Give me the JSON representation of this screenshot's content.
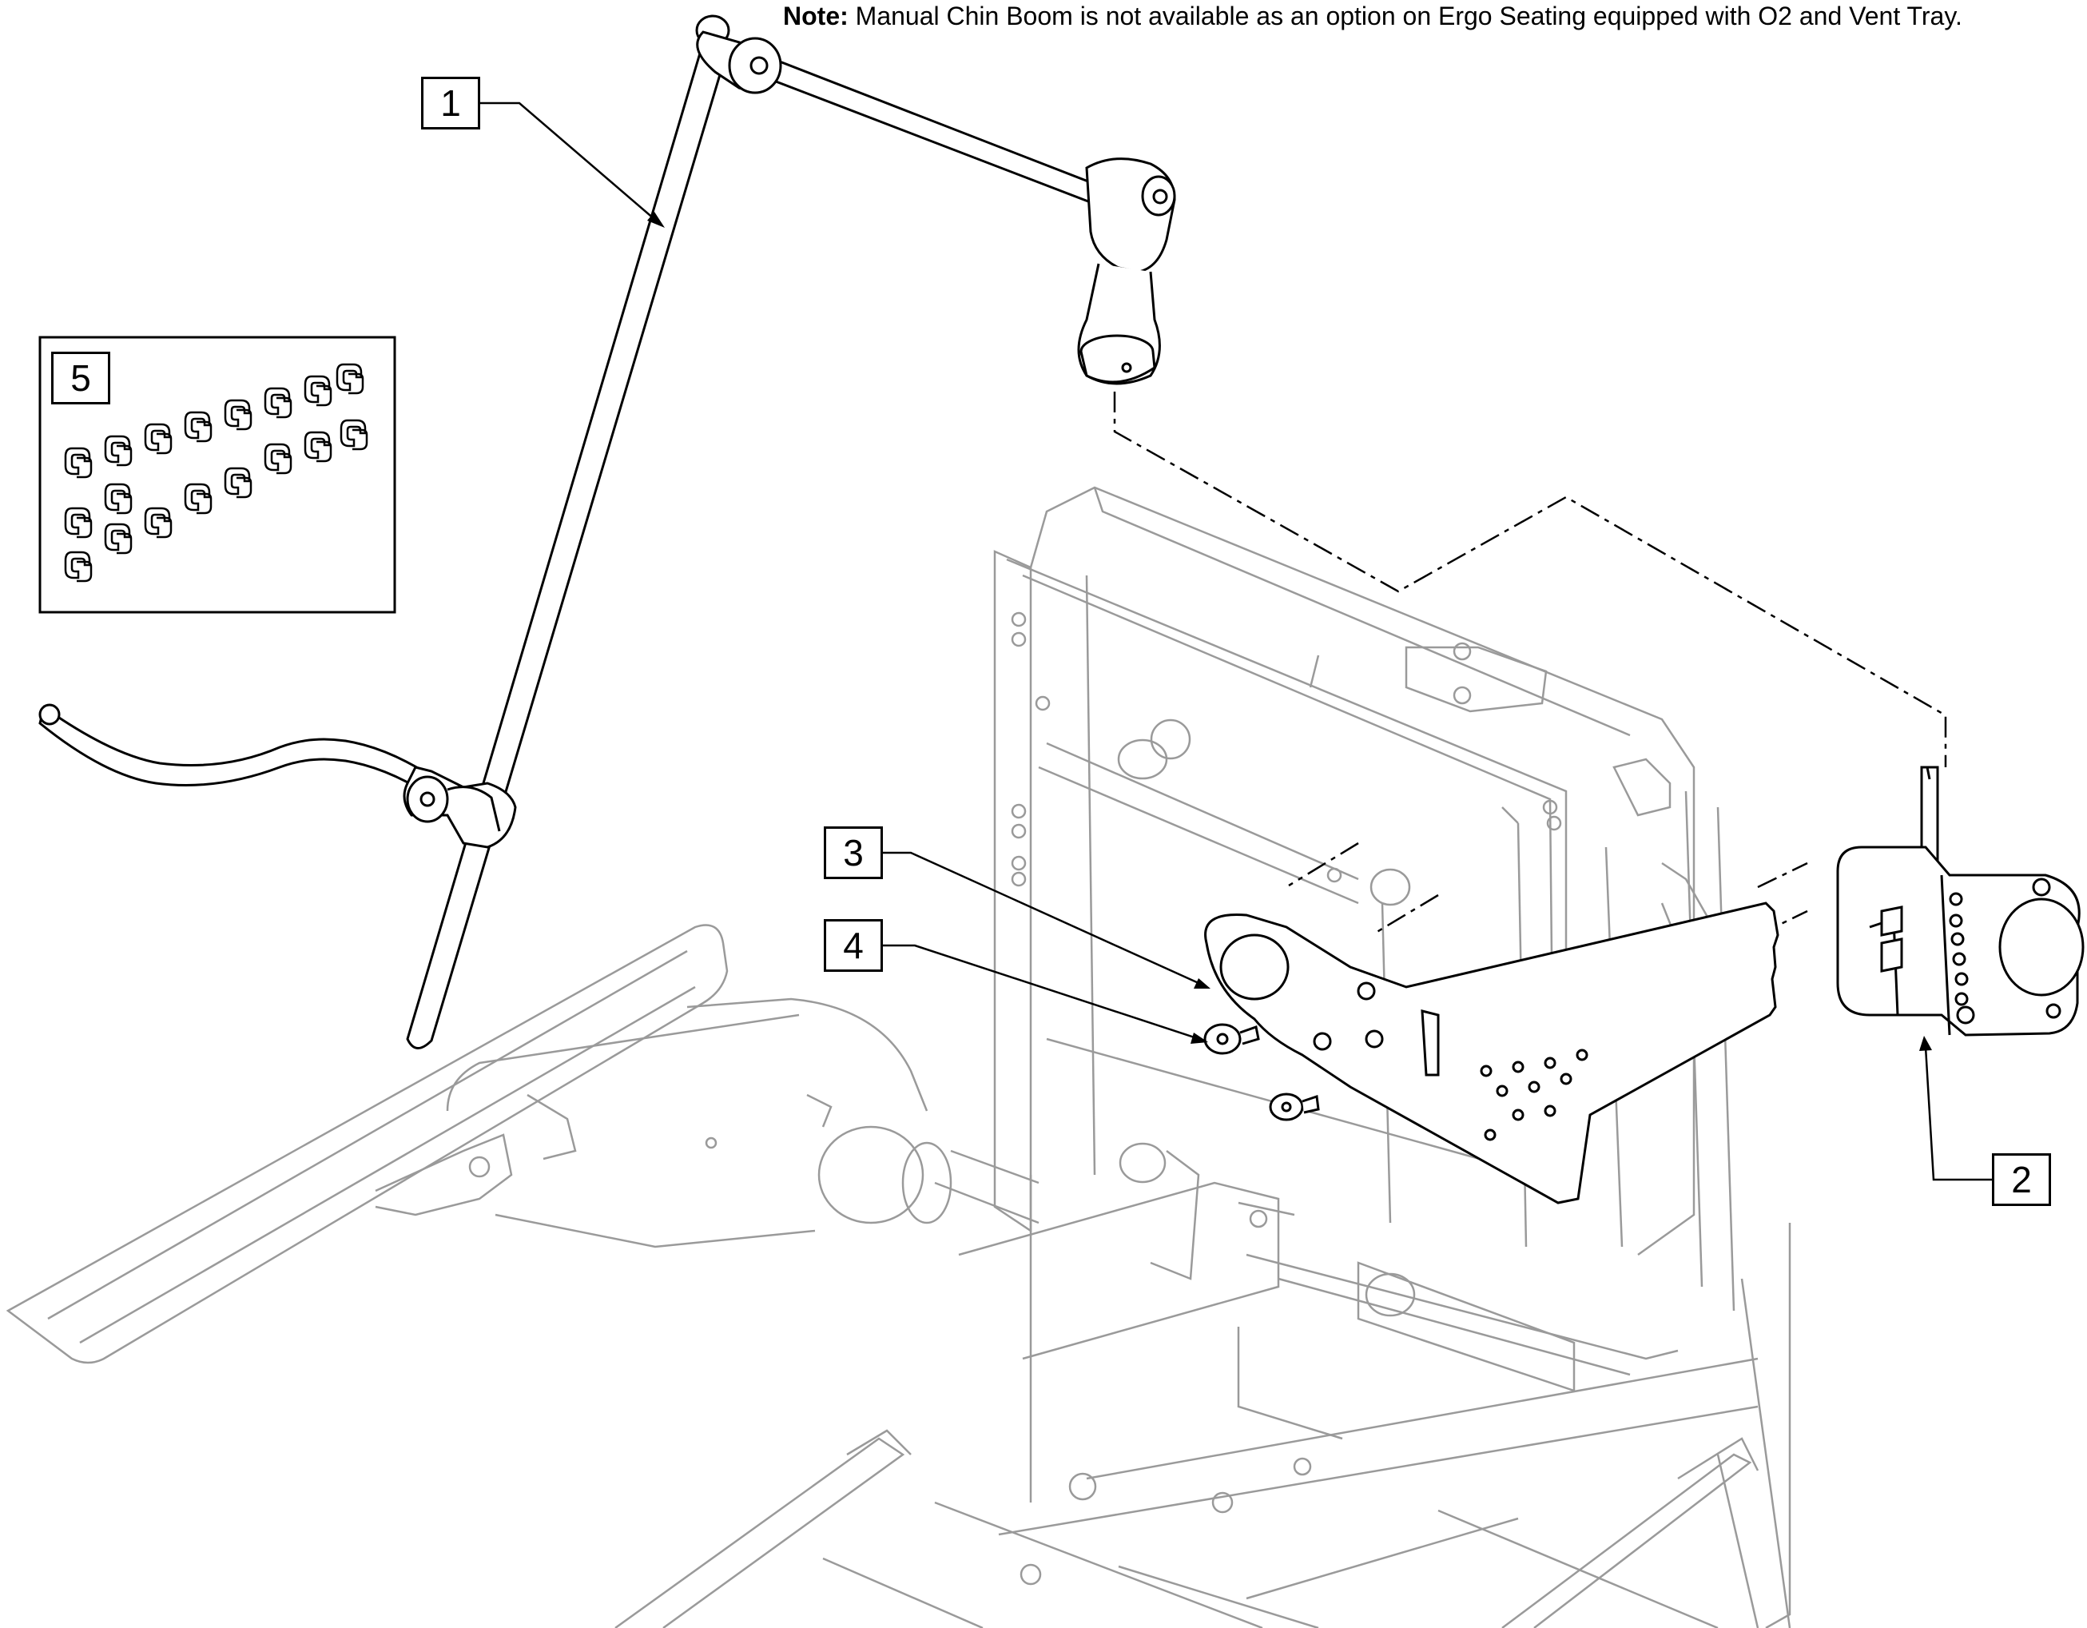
{
  "note": {
    "label": "Note:",
    "text": "Manual Chin Boom is not available as an option on Ergo Seating equipped with O2 and Vent Tray."
  },
  "callouts": [
    {
      "label": "1"
    },
    {
      "label": "2"
    },
    {
      "label": "3"
    },
    {
      "label": "4"
    },
    {
      "label": "5"
    }
  ]
}
